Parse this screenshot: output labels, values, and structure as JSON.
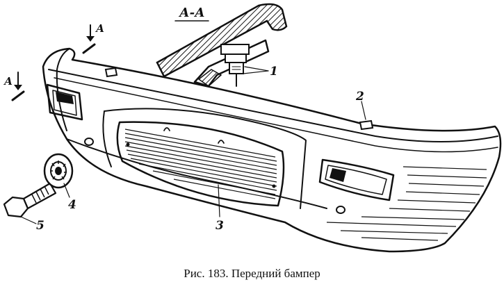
{
  "figure": {
    "section_title": "А-А",
    "section_marks": [
      "А",
      "А"
    ],
    "callouts": [
      "1",
      "2",
      "3",
      "4",
      "5"
    ],
    "caption": "Рис. 183. Передний бампер"
  }
}
